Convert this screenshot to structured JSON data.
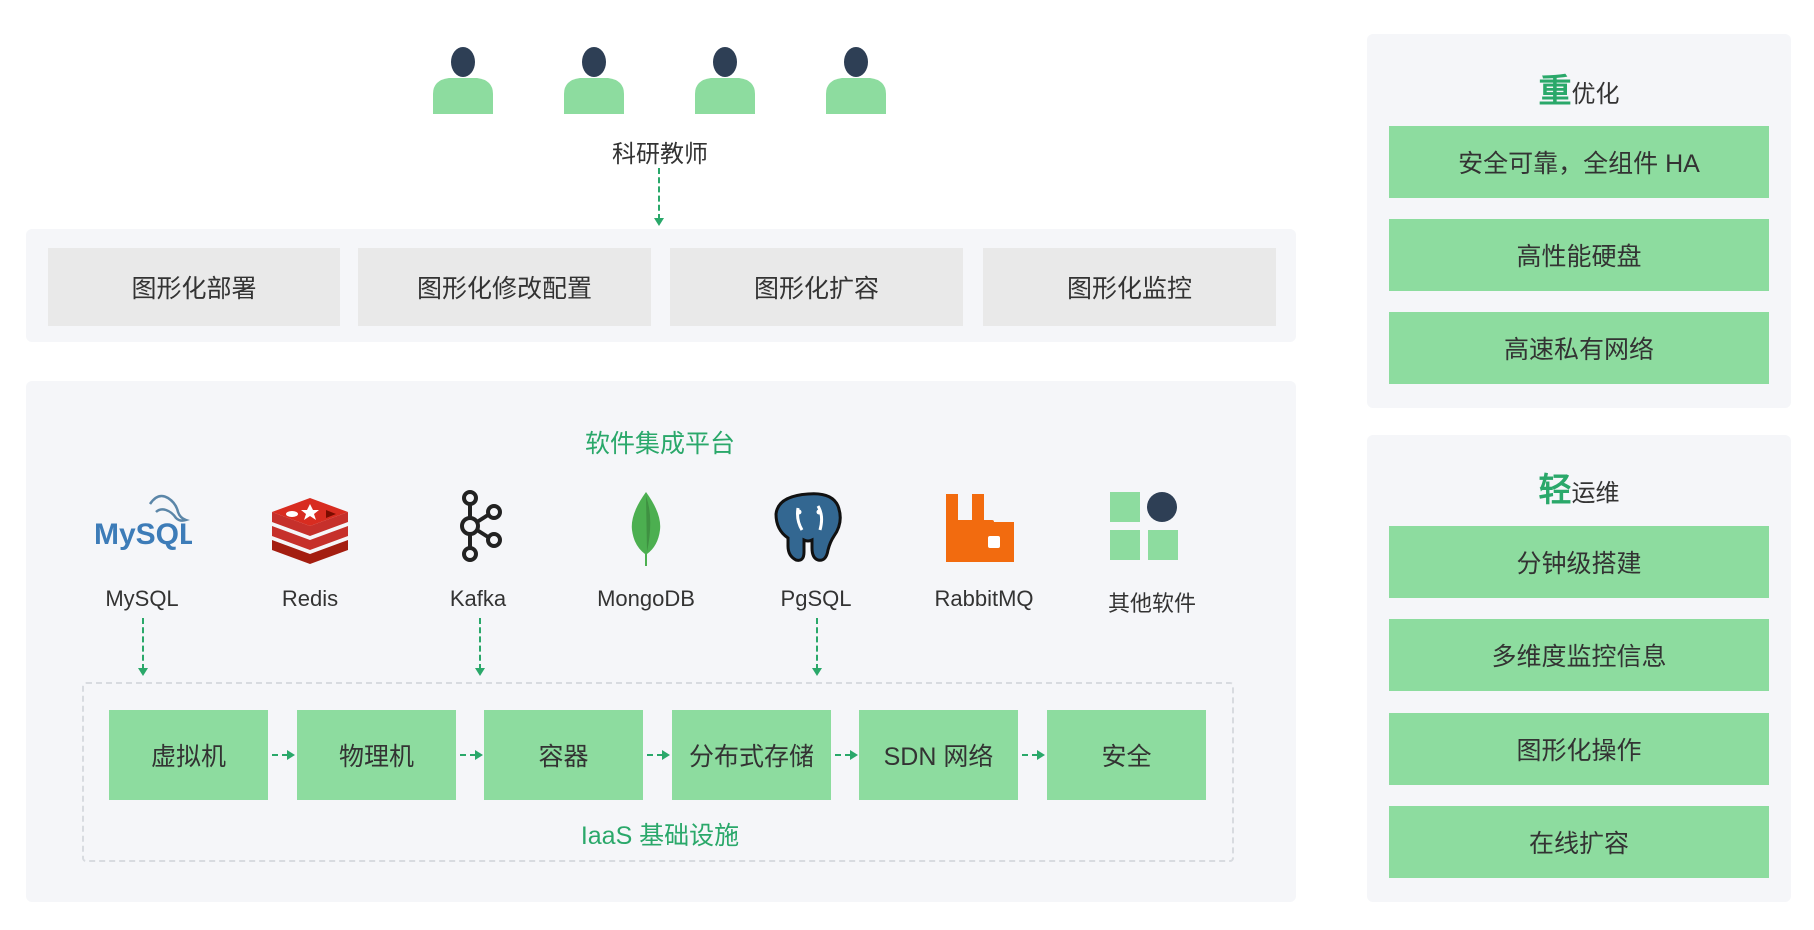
{
  "users": {
    "label": "科研教师",
    "count_icons": 4
  },
  "graphical_ops": [
    {
      "label": "图形化部署"
    },
    {
      "label": "图形化修改配置"
    },
    {
      "label": "图形化扩容"
    },
    {
      "label": "图形化监控"
    }
  ],
  "platform": {
    "title": "软件集成平台",
    "software": [
      {
        "name": "MySQL",
        "logo_text": "MySQL",
        "icon": "mysql-logo"
      },
      {
        "name": "Redis",
        "icon": "redis-logo"
      },
      {
        "name": "Kafka",
        "icon": "kafka-logo"
      },
      {
        "name": "MongoDB",
        "icon": "mongodb-logo"
      },
      {
        "name": "PgSQL",
        "icon": "postgresql-logo"
      },
      {
        "name": "RabbitMQ",
        "icon": "rabbitmq-logo"
      },
      {
        "name": "其他软件",
        "icon": "other-software-icon"
      }
    ]
  },
  "iaas": {
    "title": "IaaS 基础设施",
    "items": [
      {
        "label": "虚拟机"
      },
      {
        "label": "物理机"
      },
      {
        "label": "容器"
      },
      {
        "label": "分布式存储"
      },
      {
        "label": "SDN 网络"
      },
      {
        "label": "安全"
      }
    ]
  },
  "heavy_opt": {
    "title_big": "重",
    "title_rest": "优化",
    "items": [
      {
        "label": "安全可靠，全组件 HA"
      },
      {
        "label": "高性能硬盘"
      },
      {
        "label": "高速私有网络"
      }
    ]
  },
  "light_ops": {
    "title_big": "轻",
    "title_rest": "运维",
    "items": [
      {
        "label": "分钟级搭建"
      },
      {
        "label": "多维度监控信息"
      },
      {
        "label": "图形化操作"
      },
      {
        "label": "在线扩容"
      }
    ]
  },
  "colors": {
    "accent_green": "#2aa86a",
    "box_green": "#8ddc9f",
    "box_gray": "#e9e9e9",
    "panel_bg": "#f5f6f9",
    "user_head": "#2e3f55"
  }
}
